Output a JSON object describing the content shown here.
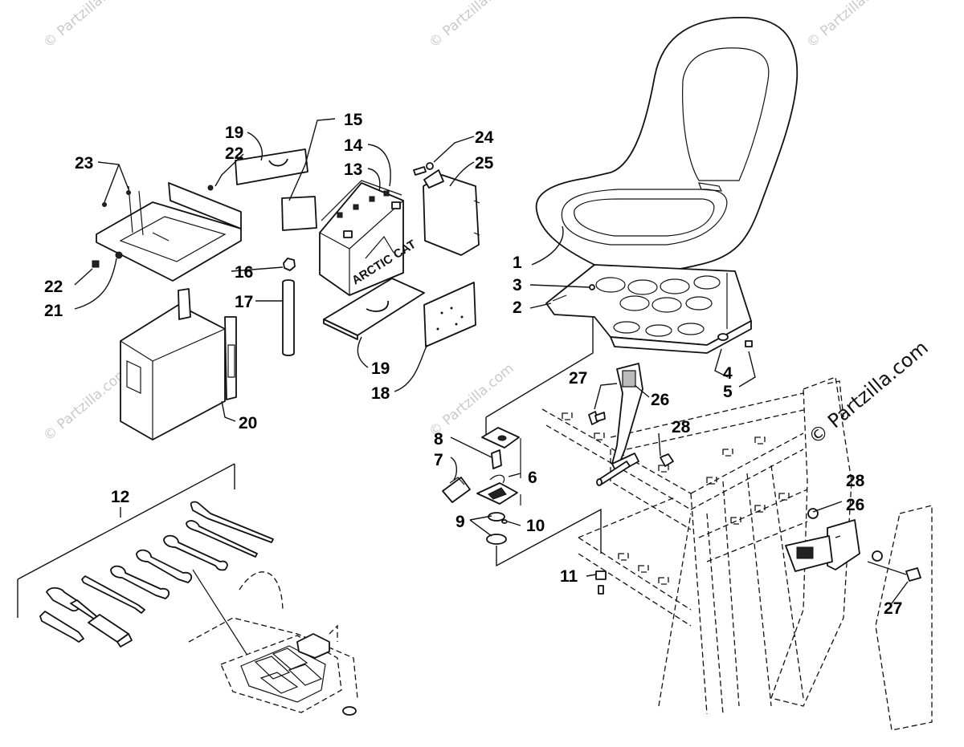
{
  "watermarks": {
    "small": "© Partzilla.com",
    "large": "© Partzilla.com"
  },
  "battery_label": "ARCTIC CAT",
  "callouts": {
    "c1": "1",
    "c2": "2",
    "c3": "3",
    "c4": "4",
    "c5": "5",
    "c6": "6",
    "c7": "7",
    "c8": "8",
    "c9": "9",
    "c10": "10",
    "c11": "11",
    "c12": "12",
    "c13": "13",
    "c14": "14",
    "c15": "15",
    "c16": "16",
    "c17": "17",
    "c18": "18",
    "c19a": "19",
    "c19b": "19",
    "c20": "20",
    "c21": "21",
    "c22a": "22",
    "c22b": "22",
    "c23": "23",
    "c24": "24",
    "c25": "25",
    "c26a": "26",
    "c26b": "26",
    "c27a": "27",
    "c27b": "27",
    "c28a": "28",
    "c28b": "28"
  }
}
